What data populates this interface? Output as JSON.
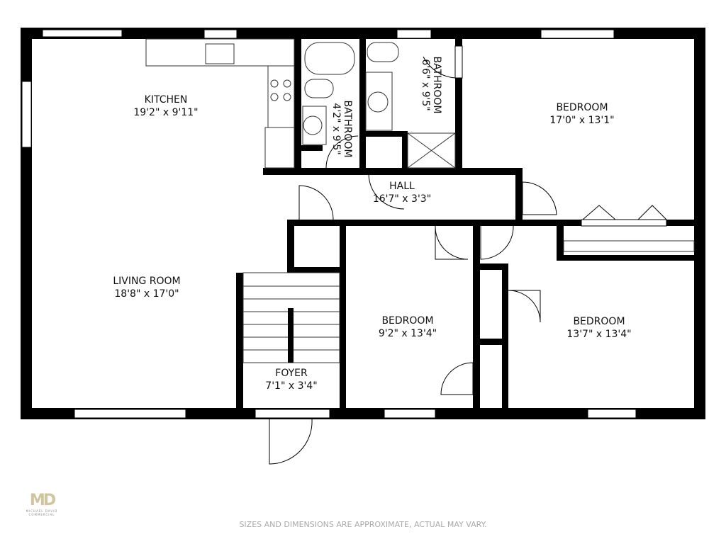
{
  "rooms": [
    {
      "name": "KITCHEN",
      "size": "19'2\" x 9'11\""
    },
    {
      "name": "BATHROOM",
      "size": "4'2\" x 9'5\""
    },
    {
      "name": "BATHROOM",
      "size": "6'6\" x 9'5\""
    },
    {
      "name": "BEDROOM",
      "size": "17'0\" x 13'1\""
    },
    {
      "name": "HALL",
      "size": "16'7\" x 3'3\""
    },
    {
      "name": "LIVING ROOM",
      "size": "18'8\" x 17'0\""
    },
    {
      "name": "BEDROOM",
      "size": "9'2\" x 13'4\""
    },
    {
      "name": "BEDROOM",
      "size": "13'7\" x 13'4\""
    },
    {
      "name": "FOYER",
      "size": "7'1\" x 3'4\""
    }
  ],
  "disclaimer": "SIZES AND DIMENSIONS ARE APPROXIMATE, ACTUAL MAY VARY.",
  "logo": {
    "mark": "MD",
    "text": "MICHAEL DAVID COMMERCIAL",
    "color": "#d2c49c"
  }
}
